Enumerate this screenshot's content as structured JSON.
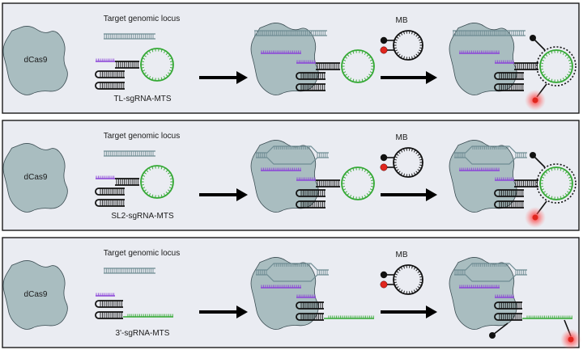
{
  "colors": {
    "panel_bg": "#eaecf2",
    "panel_border": "#1a1a1a",
    "protein": "#a9bdc0",
    "protein_stroke": "#3a4c52",
    "dna": "#6f8c93",
    "spacer": "#8b45d8",
    "loop": "#35a935",
    "rna": "#111111",
    "quencher": "#111111",
    "fluorophore": "#e0261e",
    "glow": "#ff3b3b"
  },
  "icons": [
    "dcas9-shape",
    "dna-duplex-icon",
    "sgrna-hairpin-icon",
    "molecular-beacon-icon",
    "right-arrow-icon",
    "fluorescence-glow-icon"
  ],
  "panels": [
    {
      "protein_label": "dCas9",
      "locus_label": "Target genomic locus",
      "sgrna_label": "TL-sgRNA-MTS",
      "beacon_label": "MB",
      "variant": "tl"
    },
    {
      "protein_label": "dCas9",
      "locus_label": "Target genomic locus",
      "sgrna_label": "SL2-sgRNA-MTS",
      "beacon_label": "MB",
      "variant": "sl2"
    },
    {
      "protein_label": "dCas9",
      "locus_label": "Target genomic locus",
      "sgrna_label": "3'-sgRNA-MTS",
      "beacon_label": "MB",
      "variant": "3p"
    }
  ]
}
